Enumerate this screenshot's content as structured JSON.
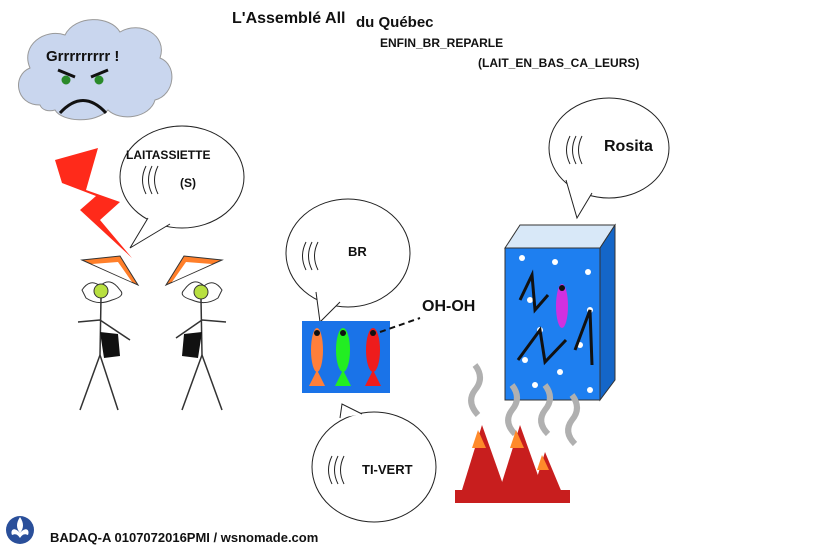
{
  "header": {
    "title": "L'Assemblé All",
    "subtitle": "du Québec",
    "line2": "ENFIN_BR_REPARLE",
    "line3": "(LAIT_EN_BAS_CA_LEURS)"
  },
  "cloud": {
    "text": "Grrrrrrrrr !"
  },
  "bubbles": {
    "laitassiette": "LAITASSIETTE",
    "laitassiette_suffix": "(S)",
    "rosita": "Rosita",
    "br": "BR",
    "ohoh": "OH-OH",
    "tivert": "TI-VERT"
  },
  "footer": {
    "credit": "BADAQ-A 0107072016PMI / wsnomade.com"
  },
  "colors": {
    "cloud": "#c9d6ee",
    "lightning": "#ff2a1a",
    "aquarium": "#1e7ff0",
    "fish_panel": "#1a73e8",
    "fish_orange": "#ff7f3a",
    "fish_green": "#22ee22",
    "fish_red": "#ee1c1c",
    "flame_red": "#c81e1e",
    "flame_orange": "#ff8a2a"
  },
  "icons": [
    "fleur-de-lis-icon"
  ]
}
